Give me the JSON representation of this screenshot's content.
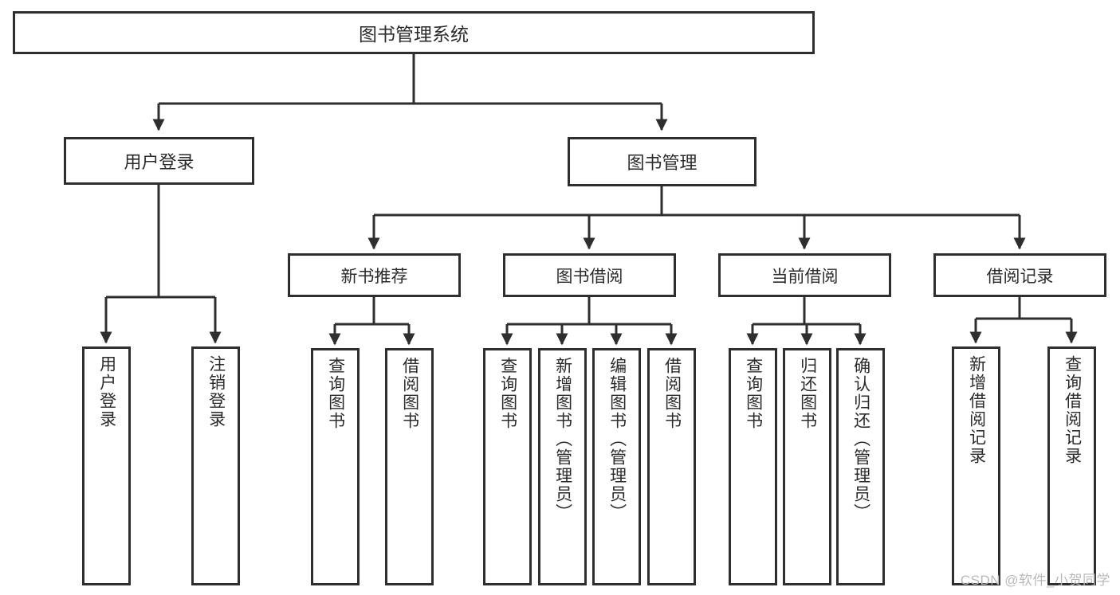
{
  "diagram": {
    "title": "图书管理系统",
    "watermark": "CSDN @软件_小贺同学",
    "colors": {
      "stroke": "#2e2e2e",
      "fill": "#ffffff",
      "text": "#2b2b2b",
      "watermark": "#b9b9b9"
    },
    "root": {
      "label": "图书管理系统"
    },
    "level1": [
      {
        "label": "用户登录"
      },
      {
        "label": "图书管理"
      }
    ],
    "level2": [
      {
        "label": "新书推荐"
      },
      {
        "label": "图书借阅"
      },
      {
        "label": "当前借阅"
      },
      {
        "label": "借阅记录"
      }
    ],
    "leaves": {
      "user_login": [
        {
          "label": "用户登录"
        },
        {
          "label": "注销登录"
        }
      ],
      "new_book_recommend": [
        {
          "label": "查询图书"
        },
        {
          "label": "借阅图书"
        }
      ],
      "book_borrow": [
        {
          "label": "查询图书"
        },
        {
          "label": "新增图书（管理员）"
        },
        {
          "label": "编辑图书（管理员）"
        },
        {
          "label": "借阅图书"
        }
      ],
      "current_borrow": [
        {
          "label": "查询图书"
        },
        {
          "label": "归还图书"
        },
        {
          "label": "确认归还（管理员）"
        }
      ],
      "borrow_record": [
        {
          "label": "新增借阅记录"
        },
        {
          "label": "查询借阅记录"
        }
      ]
    }
  }
}
